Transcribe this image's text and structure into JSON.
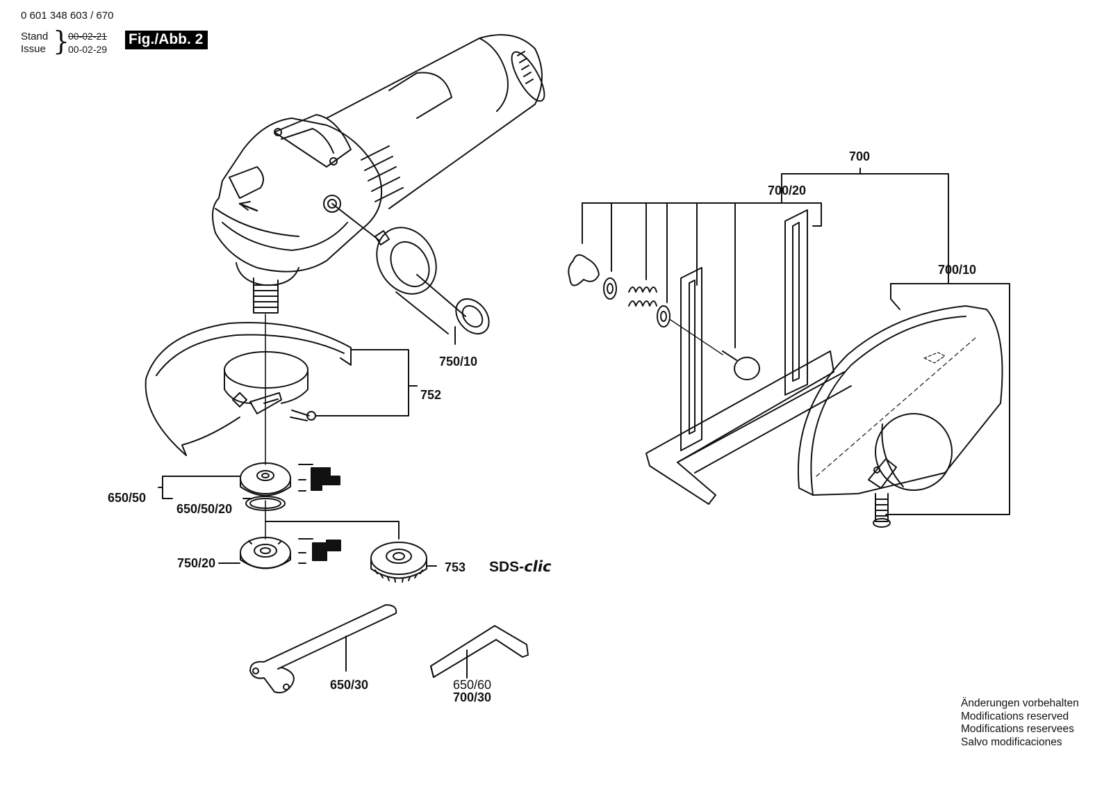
{
  "header": {
    "doc_number": "0 601 348 603 / 670",
    "stand_label": "Stand",
    "issue_label": "Issue",
    "date_old": "00-02-21",
    "date_new": "00-02-29",
    "figure_label": "Fig./Abb. 2"
  },
  "callouts": {
    "handle": "750/10",
    "guard": "752",
    "flange_nut_set": "650/50",
    "o_ring": "650/50/20",
    "flange": "750/20",
    "quick_nut": "753",
    "sds_prefix": "SDS-",
    "sds_suffix": "clic",
    "spanner": "650/30",
    "hex_key_a": "650/60",
    "hex_key_b": "700/30",
    "attachment": "700",
    "guide_assembly": "700/20",
    "cutting_guard": "700/10"
  },
  "notes": [
    "Änderungen vorbehalten",
    "Modifications reserved",
    "Modifications reservees",
    "Salvo modificaciones"
  ],
  "colors": {
    "ink": "#111111",
    "paper": "#ffffff"
  }
}
